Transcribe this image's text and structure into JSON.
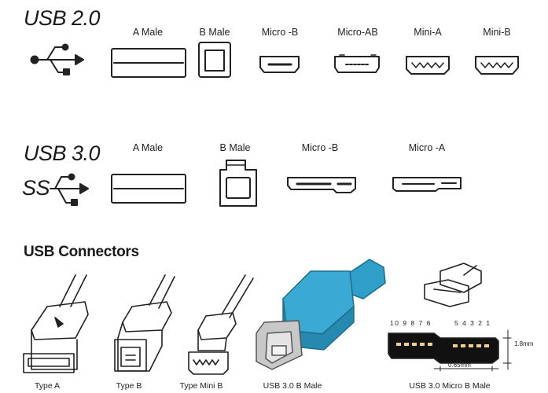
{
  "usb2": {
    "heading": "USB 2.0",
    "labels": [
      "A Male",
      "B Male",
      "Micro -B",
      "Micro-AB",
      "Mini-A",
      "Mini-B"
    ]
  },
  "usb3": {
    "heading": "USB 3.0",
    "ss": "SS",
    "labels": [
      "A Male",
      "B Male",
      "Micro -B",
      "Micro -A"
    ]
  },
  "connectors": {
    "title": "USB Connectors",
    "captions": [
      "Type A",
      "Type B",
      "Type Mini B",
      "USB 3.0 B Male",
      "USB 3.0 Micro B Male"
    ],
    "pins_left": "10 9 8 7 6",
    "pins_right": "5 4 3 2 1",
    "dim_height": "1.8mm",
    "dim_width": "0.65mm"
  },
  "colors": {
    "cable_blue": "#2f9fc9",
    "line": "#222222"
  }
}
